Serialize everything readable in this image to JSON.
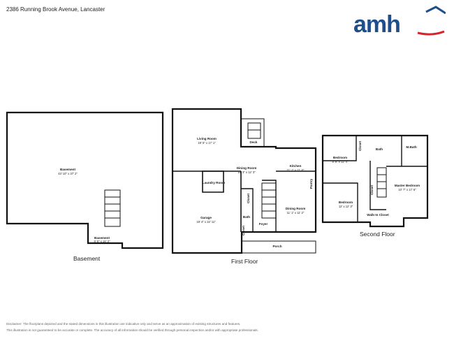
{
  "address": "2386 Running Brook Avenue, Lancaster",
  "logo": {
    "text": "amh",
    "color": "#1f4e8c",
    "accent": "#d8232a"
  },
  "floors": {
    "basement": {
      "caption": "Basement",
      "rooms": [
        {
          "name": "Basement",
          "dims": "43' 10\" x 37' 2\""
        },
        {
          "name": "Basement",
          "dims": "9' 5\" x 16' 3\""
        }
      ]
    },
    "first": {
      "caption": "First Floor",
      "rooms": [
        {
          "name": "Living Room",
          "dims": "19' 5\" x 17' 1\""
        },
        {
          "name": "Deck",
          "dims": ""
        },
        {
          "name": "Dining Room",
          "dims": "16' 3\" x 12' 3\""
        },
        {
          "name": "Kitchen",
          "dims": "11' 1\" x 11' 8\""
        },
        {
          "name": "Laundry Room",
          "dims": ""
        },
        {
          "name": "Garage",
          "dims": "19' 4\" x 22' 11\""
        },
        {
          "name": "Closet",
          "dims": ""
        },
        {
          "name": "Bath",
          "dims": ""
        },
        {
          "name": "Dining Room",
          "dims": "11' 1\" x 11' 2\""
        },
        {
          "name": "Foyer",
          "dims": ""
        },
        {
          "name": "Porch",
          "dims": ""
        },
        {
          "name": "Pantry",
          "dims": ""
        },
        {
          "name": "Closet",
          "dims": ""
        }
      ]
    },
    "second": {
      "caption": "Second Floor",
      "rooms": [
        {
          "name": "Bedroom",
          "dims": "8' 9\" x 12' 4\""
        },
        {
          "name": "Closet",
          "dims": ""
        },
        {
          "name": "Bath",
          "dims": ""
        },
        {
          "name": "M.Bath",
          "dims": ""
        },
        {
          "name": "Bedroom",
          "dims": "12' x 12' 3\""
        },
        {
          "name": "Closet",
          "dims": ""
        },
        {
          "name": "Master Bedroom",
          "dims": "10' 7\" x 17' 6\""
        },
        {
          "name": "Walk-In Closet",
          "dims": ""
        }
      ]
    }
  },
  "disclaimer": {
    "line1": "Disclaimer: The floorplans depicted and the stated dimensions in this illustration are indicative only and serve as an approximation of existing structures and features.",
    "line2": "This illustration is not guaranteed to be accurate or complete. The accuracy of all information should be verified through personal inspection and/or with appropriate professionals."
  }
}
